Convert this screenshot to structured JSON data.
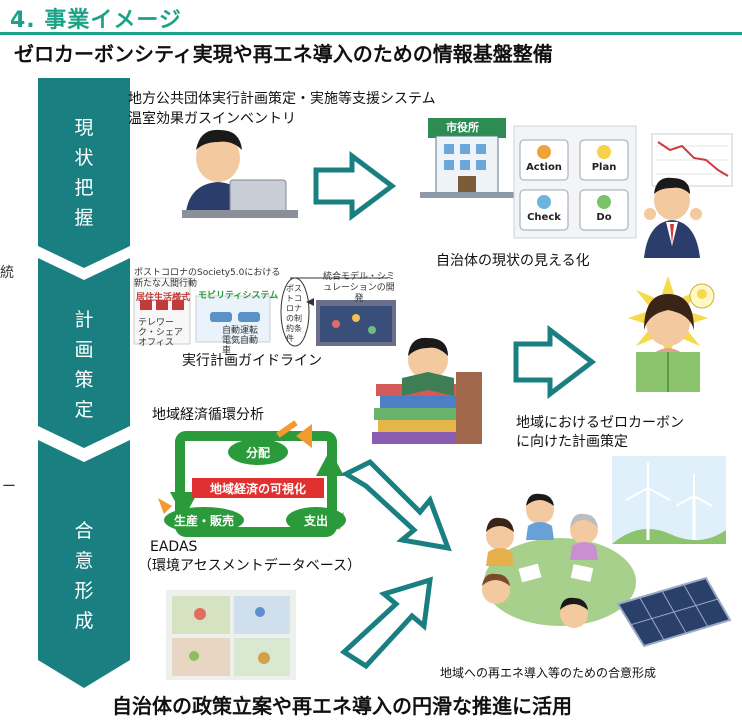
{
  "header": {
    "title": "4. 事業イメージ",
    "subtitle": "ゼロカーボンシティ実現や再エネ導入のための情報基盤整備"
  },
  "stages": [
    {
      "label": "現状把握",
      "chars": [
        "現",
        "状",
        "把",
        "握"
      ]
    },
    {
      "label": "計画策定",
      "chars": [
        "計",
        "画",
        "策",
        "定"
      ]
    },
    {
      "label": "合意形成",
      "chars": [
        "合",
        "意",
        "形",
        "成"
      ]
    }
  ],
  "row1": {
    "system_line1": "地方公共団体実行計画策定・実施等支援システム",
    "system_line2": "温室効果ガスインベントリ",
    "cityhall_sign": "市役所",
    "pdca": [
      "Action",
      "Plan",
      "Check",
      "Do"
    ],
    "result": "自治体の現状の見える化"
  },
  "row2": {
    "doc_title_left": "ポストコロナのSociety5.0における新たな人間行動",
    "doc_title_right": "統合モデル・シミュレーションの開発",
    "tag_life": "居住生活様式",
    "tag_mobility": "モビリティシステム",
    "telework": "テレワーク・シェアオフィス",
    "autodrive": "自動運転 電気自動車",
    "constraint": "ポストコロナの制約条件",
    "guideline": "実行計画ガイドライン",
    "result_line1": "地域におけるゼロカーボン",
    "result_line2": "に向けた計画策定"
  },
  "row3": {
    "analysis": "地域経済循環分析",
    "cycle_top": "分配",
    "cycle_center": "地域経済の可視化",
    "cycle_left": "生産・販売",
    "cycle_right": "支出",
    "eadas": "EADAS",
    "eadas_desc": "（環境アセスメントデータベース）",
    "result": "地域への再エネ導入等のための合意形成"
  },
  "left_edge": {
    "char1": "統",
    "char2": "ー"
  },
  "footer": "自治体の政策立案や再エネ導入の円滑な推進に活用",
  "colors": {
    "teal": "#1a7f80",
    "accent": "#1aa386",
    "arrow_fill": "#ffffff",
    "arrow_stroke": "#1a7f80"
  }
}
